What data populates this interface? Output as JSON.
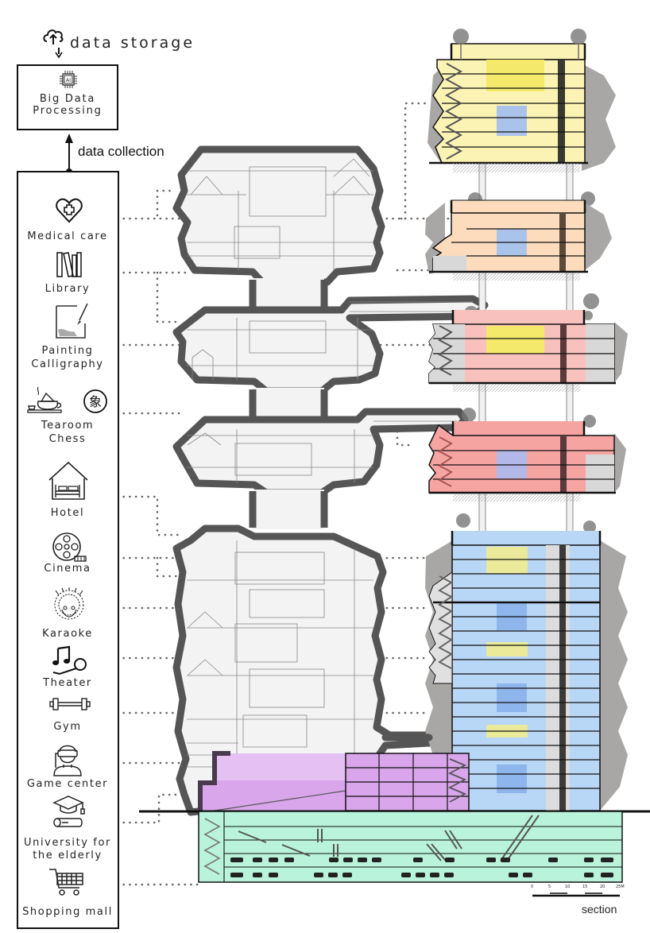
{
  "header": {
    "storage_label": "data storage",
    "storage_icon": "cloud-upload-icon",
    "processing_box": {
      "icon": "ai-chip-icon",
      "icon_text": "AI",
      "line1": "Big Data",
      "line2": "Processing"
    },
    "collection_label": "data collection"
  },
  "legend": {
    "items": [
      {
        "label": "Medical care",
        "icon": "heart-cross-icon"
      },
      {
        "label": "Library",
        "icon": "books-icon"
      },
      {
        "label": "Painting\nCalligraphy",
        "line1": "Painting",
        "line2": "Calligraphy",
        "icon": "painting-brush-icon"
      },
      {
        "label": "Tearoom\nChess",
        "line1": "Tearoom",
        "line2": "Chess",
        "icon": "teapot-chess-icon",
        "chess_char": "象"
      },
      {
        "label": "Hotel",
        "icon": "hotel-bed-icon"
      },
      {
        "label": "Cinema",
        "icon": "film-reel-icon"
      },
      {
        "label": "Karaoke",
        "icon": "opera-mask-icon"
      },
      {
        "label": "Theater",
        "icon": "music-mic-icon"
      },
      {
        "label": "Gym",
        "icon": "dumbbell-icon"
      },
      {
        "label": "Game center",
        "icon": "vr-person-icon"
      },
      {
        "label": "University for\nthe elderly",
        "line1": "University for",
        "line2": "the elderly",
        "icon": "graduation-cap-icon"
      },
      {
        "label": "Shopping mall",
        "icon": "shopping-cart-icon"
      }
    ]
  },
  "section": {
    "label": "section",
    "scale_ticks": [
      "0",
      "5",
      "10",
      "15",
      "20",
      "25M"
    ]
  },
  "colors": {
    "hotel_yellow": "#fbf3b4",
    "orange_module": "#fcdcbd",
    "pink_module": "#f9c1bd",
    "red_module": "#f5a4a2",
    "blue_tower": "#b8d6f5",
    "purple_podium": "#d9a6ec",
    "mint_basement": "#b9f3dc",
    "highlight_yellow": "#f4e96a",
    "atrium_blue": "#a9c3ea",
    "gray_facade": "#a9a6a6",
    "massing_outline": "#555555",
    "massing_fill": "#f3f3f3"
  },
  "modules": [
    {
      "name": "module-top-yellow",
      "color": "hotel_yellow"
    },
    {
      "name": "module-orange",
      "color": "orange_module"
    },
    {
      "name": "module-pink",
      "color": "pink_module"
    },
    {
      "name": "module-red",
      "color": "red_module"
    },
    {
      "name": "tower-blue",
      "color": "blue_tower"
    },
    {
      "name": "podium-purple",
      "color": "purple_podium"
    },
    {
      "name": "basement-mint",
      "color": "mint_basement"
    }
  ]
}
